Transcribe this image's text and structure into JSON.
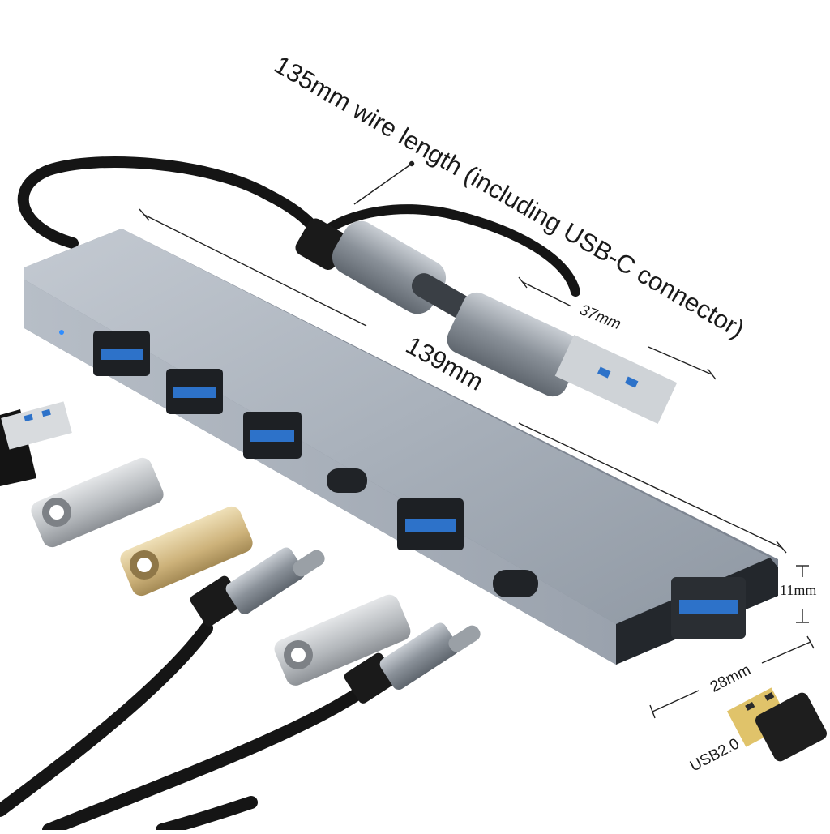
{
  "annotations": {
    "wire_length": "135mm wire length (including USB-C connector)",
    "hub_length": "139mm",
    "connector_length": "37mm",
    "hub_height": "11mm",
    "hub_width": "28mm",
    "adapter_label": "USB2.0"
  },
  "colors": {
    "hub_body": "#9aa3ae",
    "usb3_blue": "#2d72c9",
    "cable_black": "#151515",
    "connector_metal": "#8d949c",
    "gold_drive": "#cdb27a"
  },
  "icons": [
    "usb-a-plug-icon",
    "usb-c-plug-icon",
    "usb3-port-icon",
    "usb-c-port-icon",
    "flash-drive-icon",
    "wireless-adapter-icon"
  ]
}
